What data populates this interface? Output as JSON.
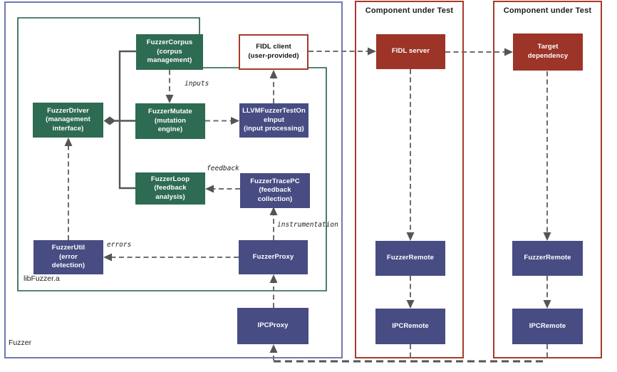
{
  "colors": {
    "green_fill": "#2e6b53",
    "navy_fill": "#474c82",
    "dark_red_fill": "#9c3427",
    "red_border": "#a63a2a",
    "blue_border": "#6e79b4",
    "green_border": "#1f5c44",
    "dash_gray": "#6d6d6d",
    "line_dark": "#555555",
    "text_dark": "#1c1c1c"
  },
  "containers": {
    "fuzzer": {
      "label": "Fuzzer"
    },
    "libfuzzer": {
      "label": "libFuzzer.a"
    }
  },
  "nodes": {
    "fuzzer_corpus": {
      "label": "FuzzerCorpus\n(corpus\nmanagement)"
    },
    "fidl_client": {
      "label": "FIDL client\n(user-provided)"
    },
    "fuzzer_driver": {
      "label": "FuzzerDriver\n(management\ninterface)"
    },
    "fuzzer_mutate": {
      "label": "FuzzerMutate\n(mutation\nengine)"
    },
    "llvm_fuzzer_test_one_input": {
      "label": "LLVMFuzzerTestOn\neInput\n(input processing)"
    },
    "fuzzer_loop": {
      "label": "FuzzerLoop\n(feedback\nanalysis)"
    },
    "fuzzer_trace_pc": {
      "label": "FuzzerTracePC\n(feedback\ncollection)"
    },
    "fuzzer_util": {
      "label": "FuzzerUtil\n(error\ndetection)"
    },
    "fuzzer_proxy": {
      "label": "FuzzerProxy"
    },
    "ipc_proxy": {
      "label": "IPCProxy"
    }
  },
  "edge_labels": {
    "inputs": "inputs",
    "feedback": "feedback",
    "instrumentation": "instrumentation",
    "errors": "errors"
  },
  "columns": [
    {
      "title": "Component under Test",
      "primary": "FIDL server",
      "fuzzer_remote": "FuzzerRemote",
      "ipc_remote": "IPCRemote"
    },
    {
      "title": "Component under Test",
      "primary": "Target\ndependency",
      "fuzzer_remote": "FuzzerRemote",
      "ipc_remote": "IPCRemote"
    }
  ]
}
